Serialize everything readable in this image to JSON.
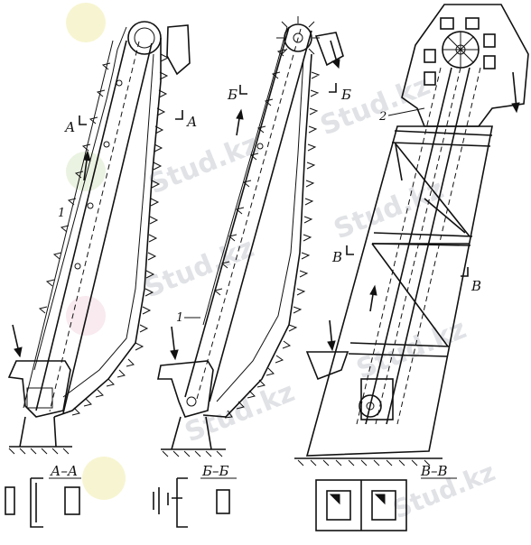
{
  "labels": {
    "section_a_left": "А",
    "section_a_right": "А",
    "section_b_left": "Б",
    "section_b_right": "Б",
    "section_v_left": "В",
    "section_v_right": "В",
    "part1_fig1": "1",
    "part1_fig2": "1",
    "part2_fig3": "2",
    "section_a_title": "А–А",
    "section_b_title": "Б–Б",
    "section_v_title": "В–В"
  },
  "watermark": {
    "text": "Stud.kz"
  }
}
